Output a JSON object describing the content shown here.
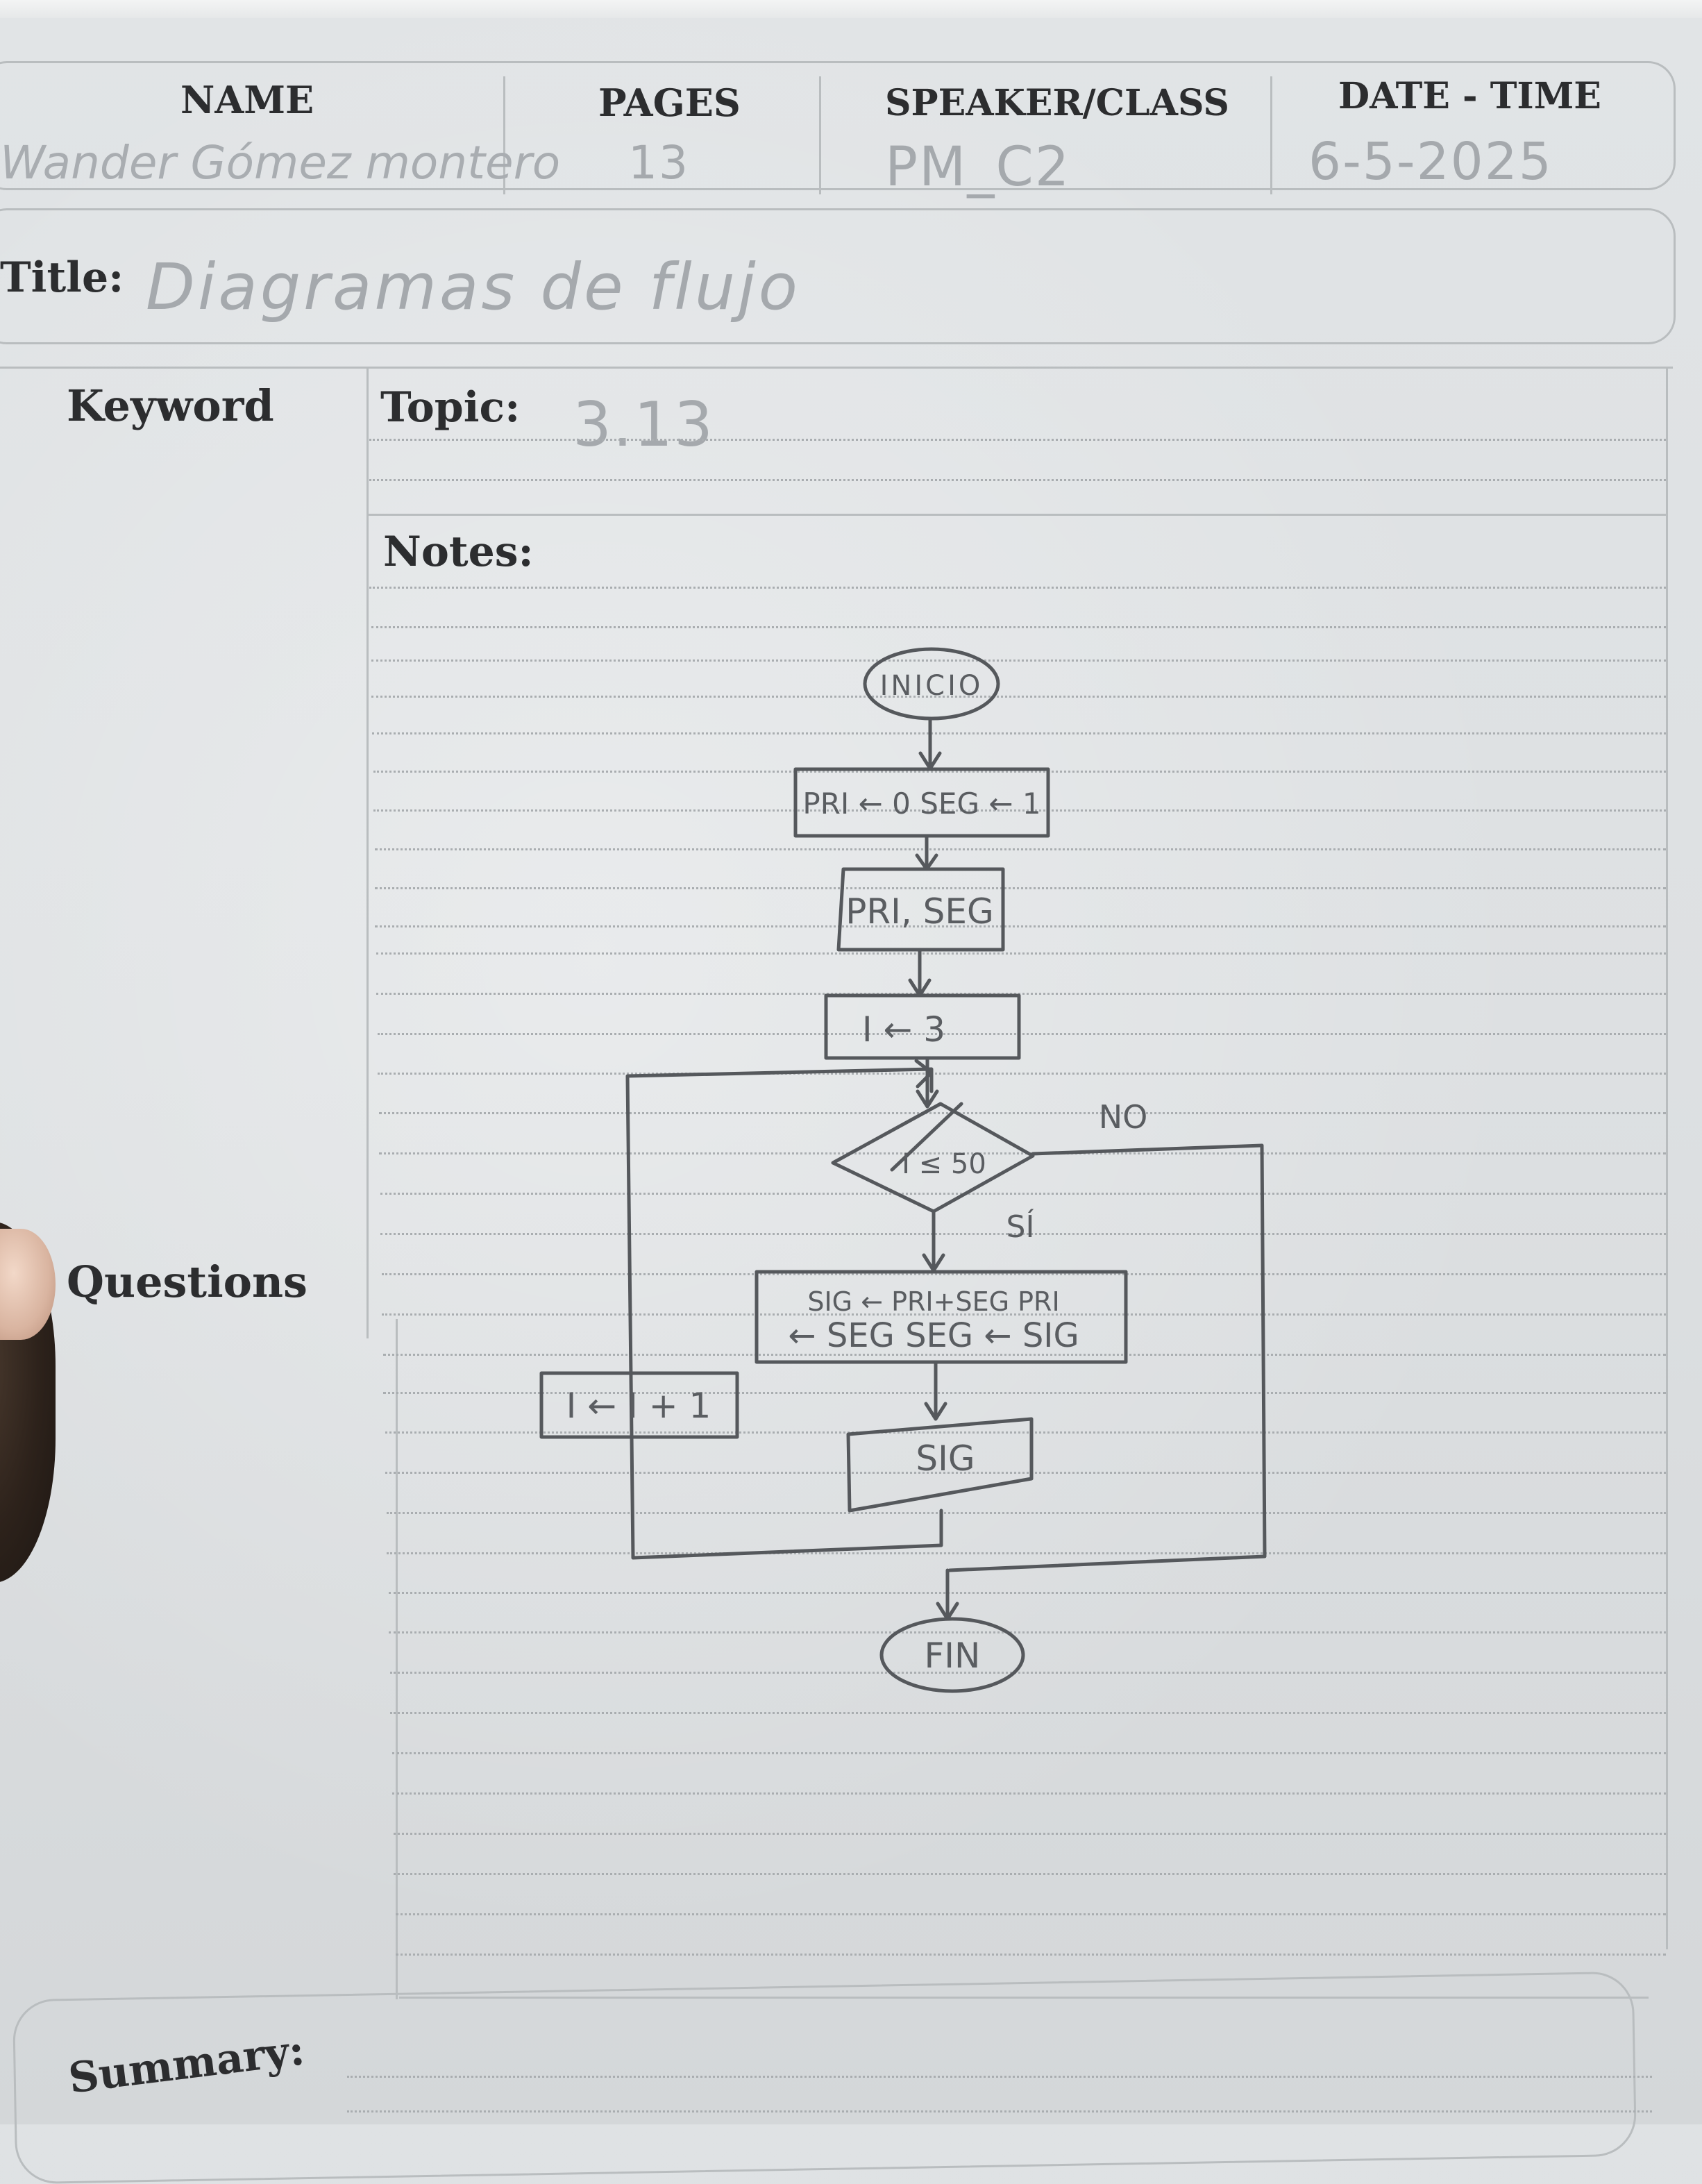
{
  "header": {
    "name_label": "NAME",
    "pages_label": "PAGES",
    "speaker_label": "SPEAKER/CLASS",
    "date_label": "DATE - TIME",
    "name_value": "Wander Gómez montero",
    "pages_value": "13",
    "speaker_value": "PM_C2",
    "date_value": "6-5-2025"
  },
  "title": {
    "label": "Title:",
    "value": "Diagramas de flujo"
  },
  "cornell": {
    "keyword_label": "Keyword",
    "topic_label": "Topic:",
    "topic_value": "3.13",
    "notes_label": "Notes:",
    "questions_label": "Questions",
    "summary_label": "Summary:"
  },
  "flowchart": {
    "start": "INICIO",
    "init": "PRI ← 0 SEG ← 1",
    "read": "PRI, SEG",
    "assign": "I ← 3",
    "decision": "I ≤ 50",
    "branch_no": "NO",
    "branch_yes": "SÍ",
    "process_line1": "SIG ← PRI+SEG  PRI",
    "process_line2": "← SEG  SEG ← SIG",
    "increment": "I ← I + 1",
    "output": "SIG",
    "end": "FIN"
  },
  "colors": {
    "paper": "#dfe2e4",
    "print_ink": "#2c2d2f",
    "pencil": "#5a5d61",
    "faint_pencil": "#a5a9ad",
    "border": "#b9bdbf"
  }
}
